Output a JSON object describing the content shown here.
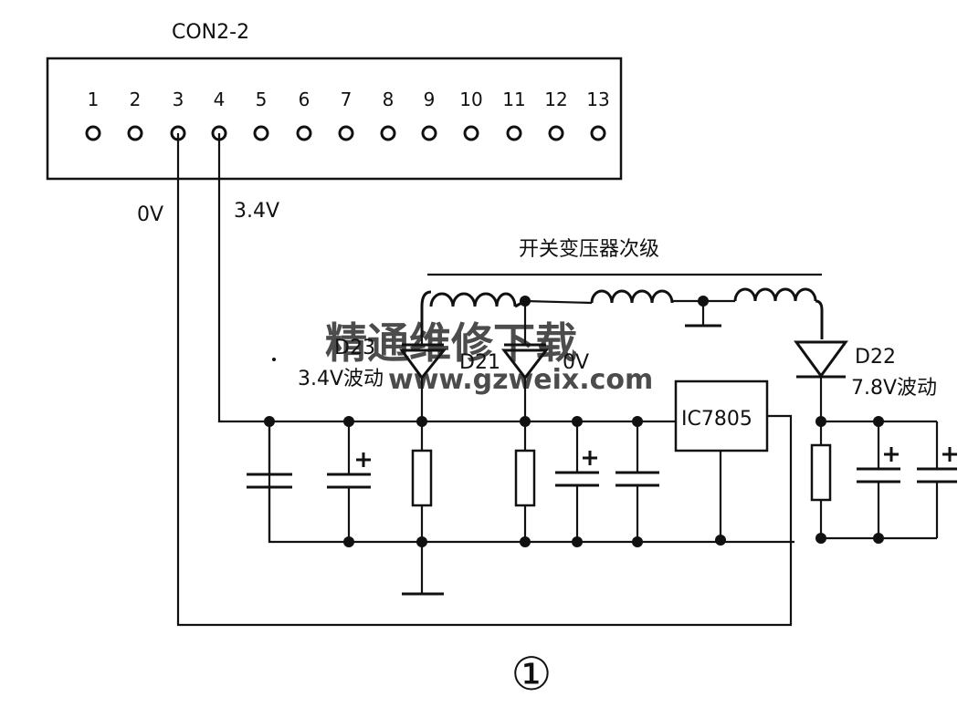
{
  "connector": {
    "label": "CON2-2",
    "pins": [
      "1",
      "2",
      "3",
      "4",
      "5",
      "6",
      "7",
      "8",
      "9",
      "10",
      "11",
      "12",
      "13"
    ]
  },
  "labels": {
    "pin3_voltage": "0V",
    "pin4_voltage": "3.4V",
    "transformer": "开关变压器次级",
    "d23": "D23",
    "d23_note": "3.4V波动",
    "d21": "D21",
    "d21_voltage": "0V",
    "d22": "D22",
    "d22_note": "7.8V波动",
    "ic": "IC7805",
    "figure_number": "①"
  },
  "watermark": {
    "line1": "精通维修下载",
    "line2": "www.gzweix.com"
  },
  "colors": {
    "ink": "#111111",
    "watermark": "#f0a0a0"
  }
}
